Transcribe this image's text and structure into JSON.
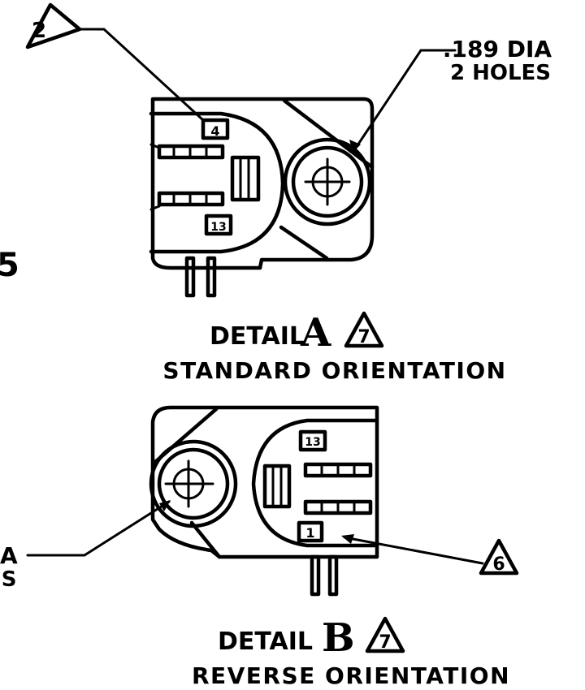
{
  "callout_a_diameter": ".189 DIA",
  "callout_a_holes": "2 HOLES",
  "callout_b_diameter_fragment": "A",
  "callout_b_holes_fragment": "ES",
  "left_edge_fragment": "5",
  "note_flag_2": "2",
  "note_flag_6": "6",
  "note_flag_7a": "7",
  "note_flag_7b": "7",
  "pin_label_a_top": "4",
  "pin_label_a_bottom": "13",
  "pin_label_b_top": "13",
  "pin_label_b_bottom": "1",
  "detail_a_word": "DETAIL",
  "detail_a_letter": "A",
  "detail_a_caption": "STANDARD ORIENTATION",
  "detail_b_word": "DETAIL",
  "detail_b_letter": "B",
  "detail_b_caption": "REVERSE ORIENTATION"
}
